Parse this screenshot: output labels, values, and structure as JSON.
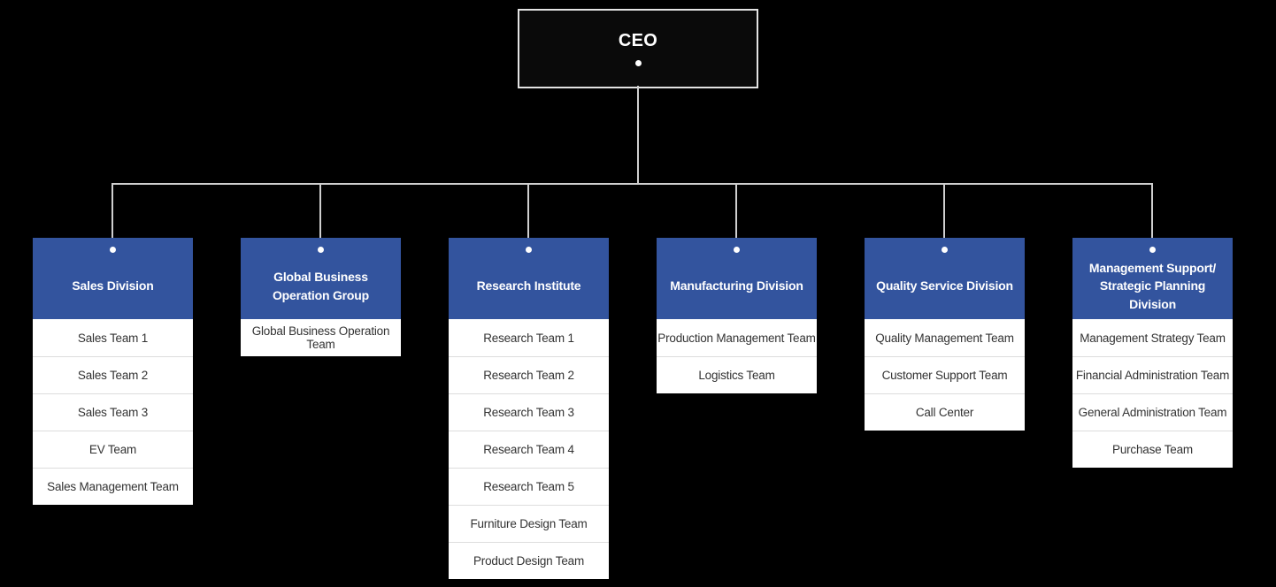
{
  "colors": {
    "page_bg": "#000000",
    "ceo_bg": "#0a0a0a",
    "ceo_border": "#e3e3e3",
    "header_bg": "#33549e",
    "item_bg": "#ffffff",
    "item_text": "#333333",
    "divider": "#dddddd",
    "line_color": "#cfcfcf",
    "dot_color": "#ffffff"
  },
  "root": {
    "title": "CEO"
  },
  "divisions": [
    {
      "title": "Sales Division",
      "teams": [
        "Sales Team 1",
        "Sales Team 2",
        "Sales Team 3",
        "EV Team",
        "Sales Management Team"
      ]
    },
    {
      "title": "Global Business\nOperation Group",
      "teams": [
        "Global Business Operation Team"
      ]
    },
    {
      "title": "Research Institute",
      "teams": [
        "Research Team 1",
        "Research Team 2",
        "Research Team 3",
        "Research Team 4",
        "Research Team 5",
        "Furniture Design Team",
        "Product Design Team"
      ]
    },
    {
      "title": "Manufacturing Division",
      "teams": [
        "Production Management Team",
        "Logistics Team"
      ]
    },
    {
      "title": "Quality Service Division",
      "teams": [
        "Quality Management Team",
        "Customer Support Team",
        "Call Center"
      ]
    },
    {
      "title": "Management Support/\nStrategic Planning\nDivision",
      "teams": [
        "Management Strategy Team",
        "Financial Administration Team",
        "General Administration Team",
        "Purchase Team"
      ]
    }
  ]
}
